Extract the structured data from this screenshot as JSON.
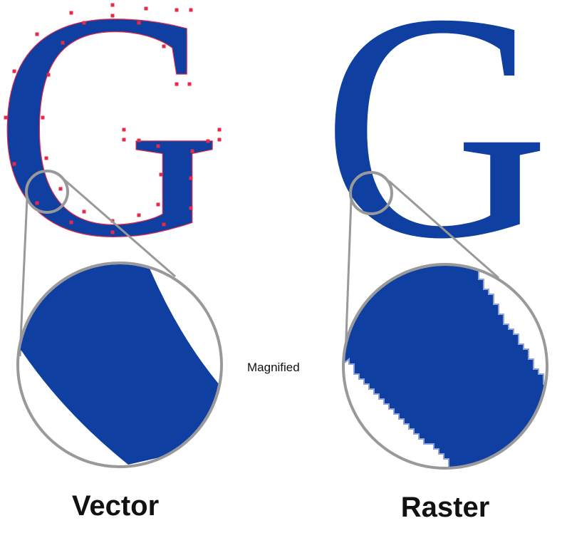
{
  "glyph": "G",
  "labels": {
    "vector": "Vector",
    "raster": "Raster",
    "magnified": "Magnified"
  },
  "colors": {
    "glyph_fill": "#0f3fa0",
    "anchor_points": "#e8294a",
    "magnifier_ring": "#999999"
  }
}
